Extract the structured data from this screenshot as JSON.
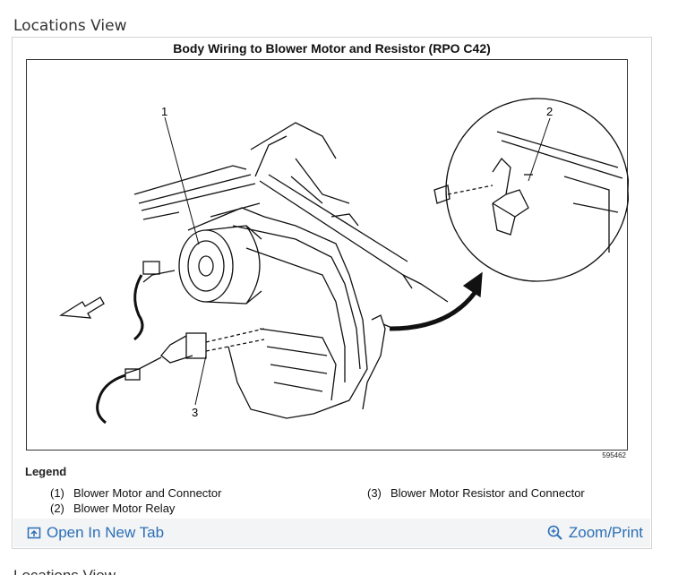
{
  "section": {
    "title": "Locations View"
  },
  "figure": {
    "title": "Body Wiring to Blower Motor and Resistor (RPO C42)",
    "figure_number": "595462",
    "callouts": [
      "1",
      "2",
      "3"
    ]
  },
  "legend": {
    "title": "Legend",
    "items": [
      {
        "num": "(1)",
        "label": "Blower Motor and Connector"
      },
      {
        "num": "(2)",
        "label": "Blower Motor Relay"
      },
      {
        "num": "(3)",
        "label": "Blower Motor Resistor and Connector"
      }
    ]
  },
  "footer": {
    "open_label": "Open In New Tab",
    "zoom_label": "Zoom/Print",
    "link_color": "#2b6fb5"
  },
  "next_section": {
    "title": "Locations View"
  },
  "icons": {
    "open": "open-new-tab-icon",
    "zoom": "zoom-in-icon"
  }
}
